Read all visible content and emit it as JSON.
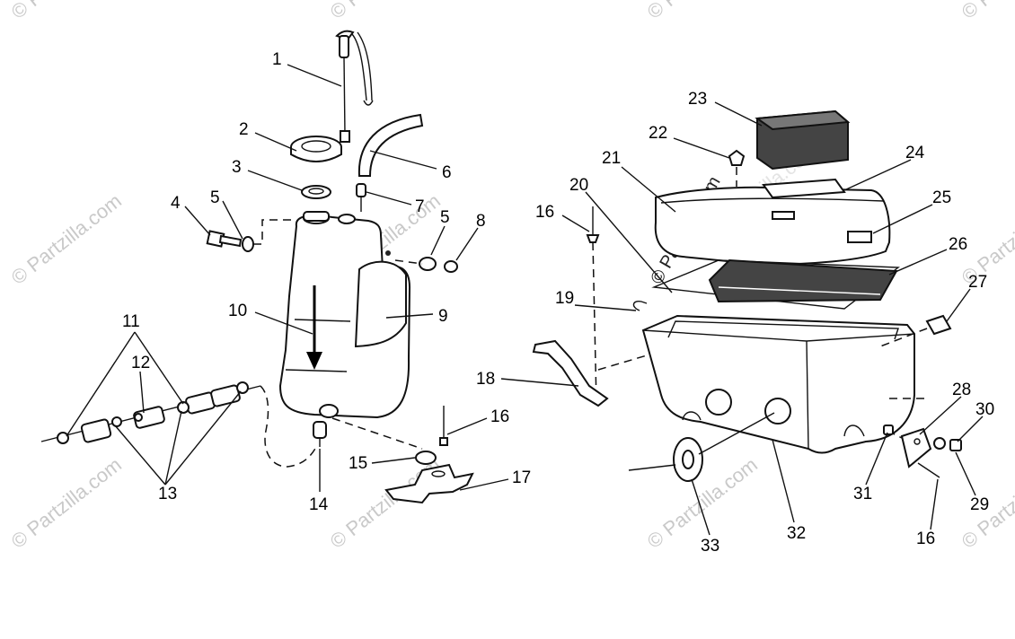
{
  "watermark": "© Partzilla.com",
  "callouts": [
    {
      "id": "c1",
      "label": "1"
    },
    {
      "id": "c2",
      "label": "2"
    },
    {
      "id": "c3",
      "label": "3"
    },
    {
      "id": "c4",
      "label": "4"
    },
    {
      "id": "c5a",
      "label": "5"
    },
    {
      "id": "c5b",
      "label": "5"
    },
    {
      "id": "c6",
      "label": "6"
    },
    {
      "id": "c7",
      "label": "7"
    },
    {
      "id": "c8",
      "label": "8"
    },
    {
      "id": "c9",
      "label": "9"
    },
    {
      "id": "c10",
      "label": "10"
    },
    {
      "id": "c11",
      "label": "11"
    },
    {
      "id": "c12",
      "label": "12"
    },
    {
      "id": "c13",
      "label": "13"
    },
    {
      "id": "c14",
      "label": "14"
    },
    {
      "id": "c15",
      "label": "15"
    },
    {
      "id": "c16a",
      "label": "16"
    },
    {
      "id": "c16b",
      "label": "16"
    },
    {
      "id": "c16c",
      "label": "16"
    },
    {
      "id": "c17",
      "label": "17"
    },
    {
      "id": "c18",
      "label": "18"
    },
    {
      "id": "c19",
      "label": "19"
    },
    {
      "id": "c20",
      "label": "20"
    },
    {
      "id": "c21",
      "label": "21"
    },
    {
      "id": "c22",
      "label": "22"
    },
    {
      "id": "c23",
      "label": "23"
    },
    {
      "id": "c24",
      "label": "24"
    },
    {
      "id": "c25",
      "label": "25"
    },
    {
      "id": "c26",
      "label": "26"
    },
    {
      "id": "c27",
      "label": "27"
    },
    {
      "id": "c28",
      "label": "28"
    },
    {
      "id": "c29",
      "label": "29"
    },
    {
      "id": "c30",
      "label": "30"
    },
    {
      "id": "c31",
      "label": "31"
    },
    {
      "id": "c32",
      "label": "32"
    },
    {
      "id": "c33",
      "label": "33"
    }
  ]
}
